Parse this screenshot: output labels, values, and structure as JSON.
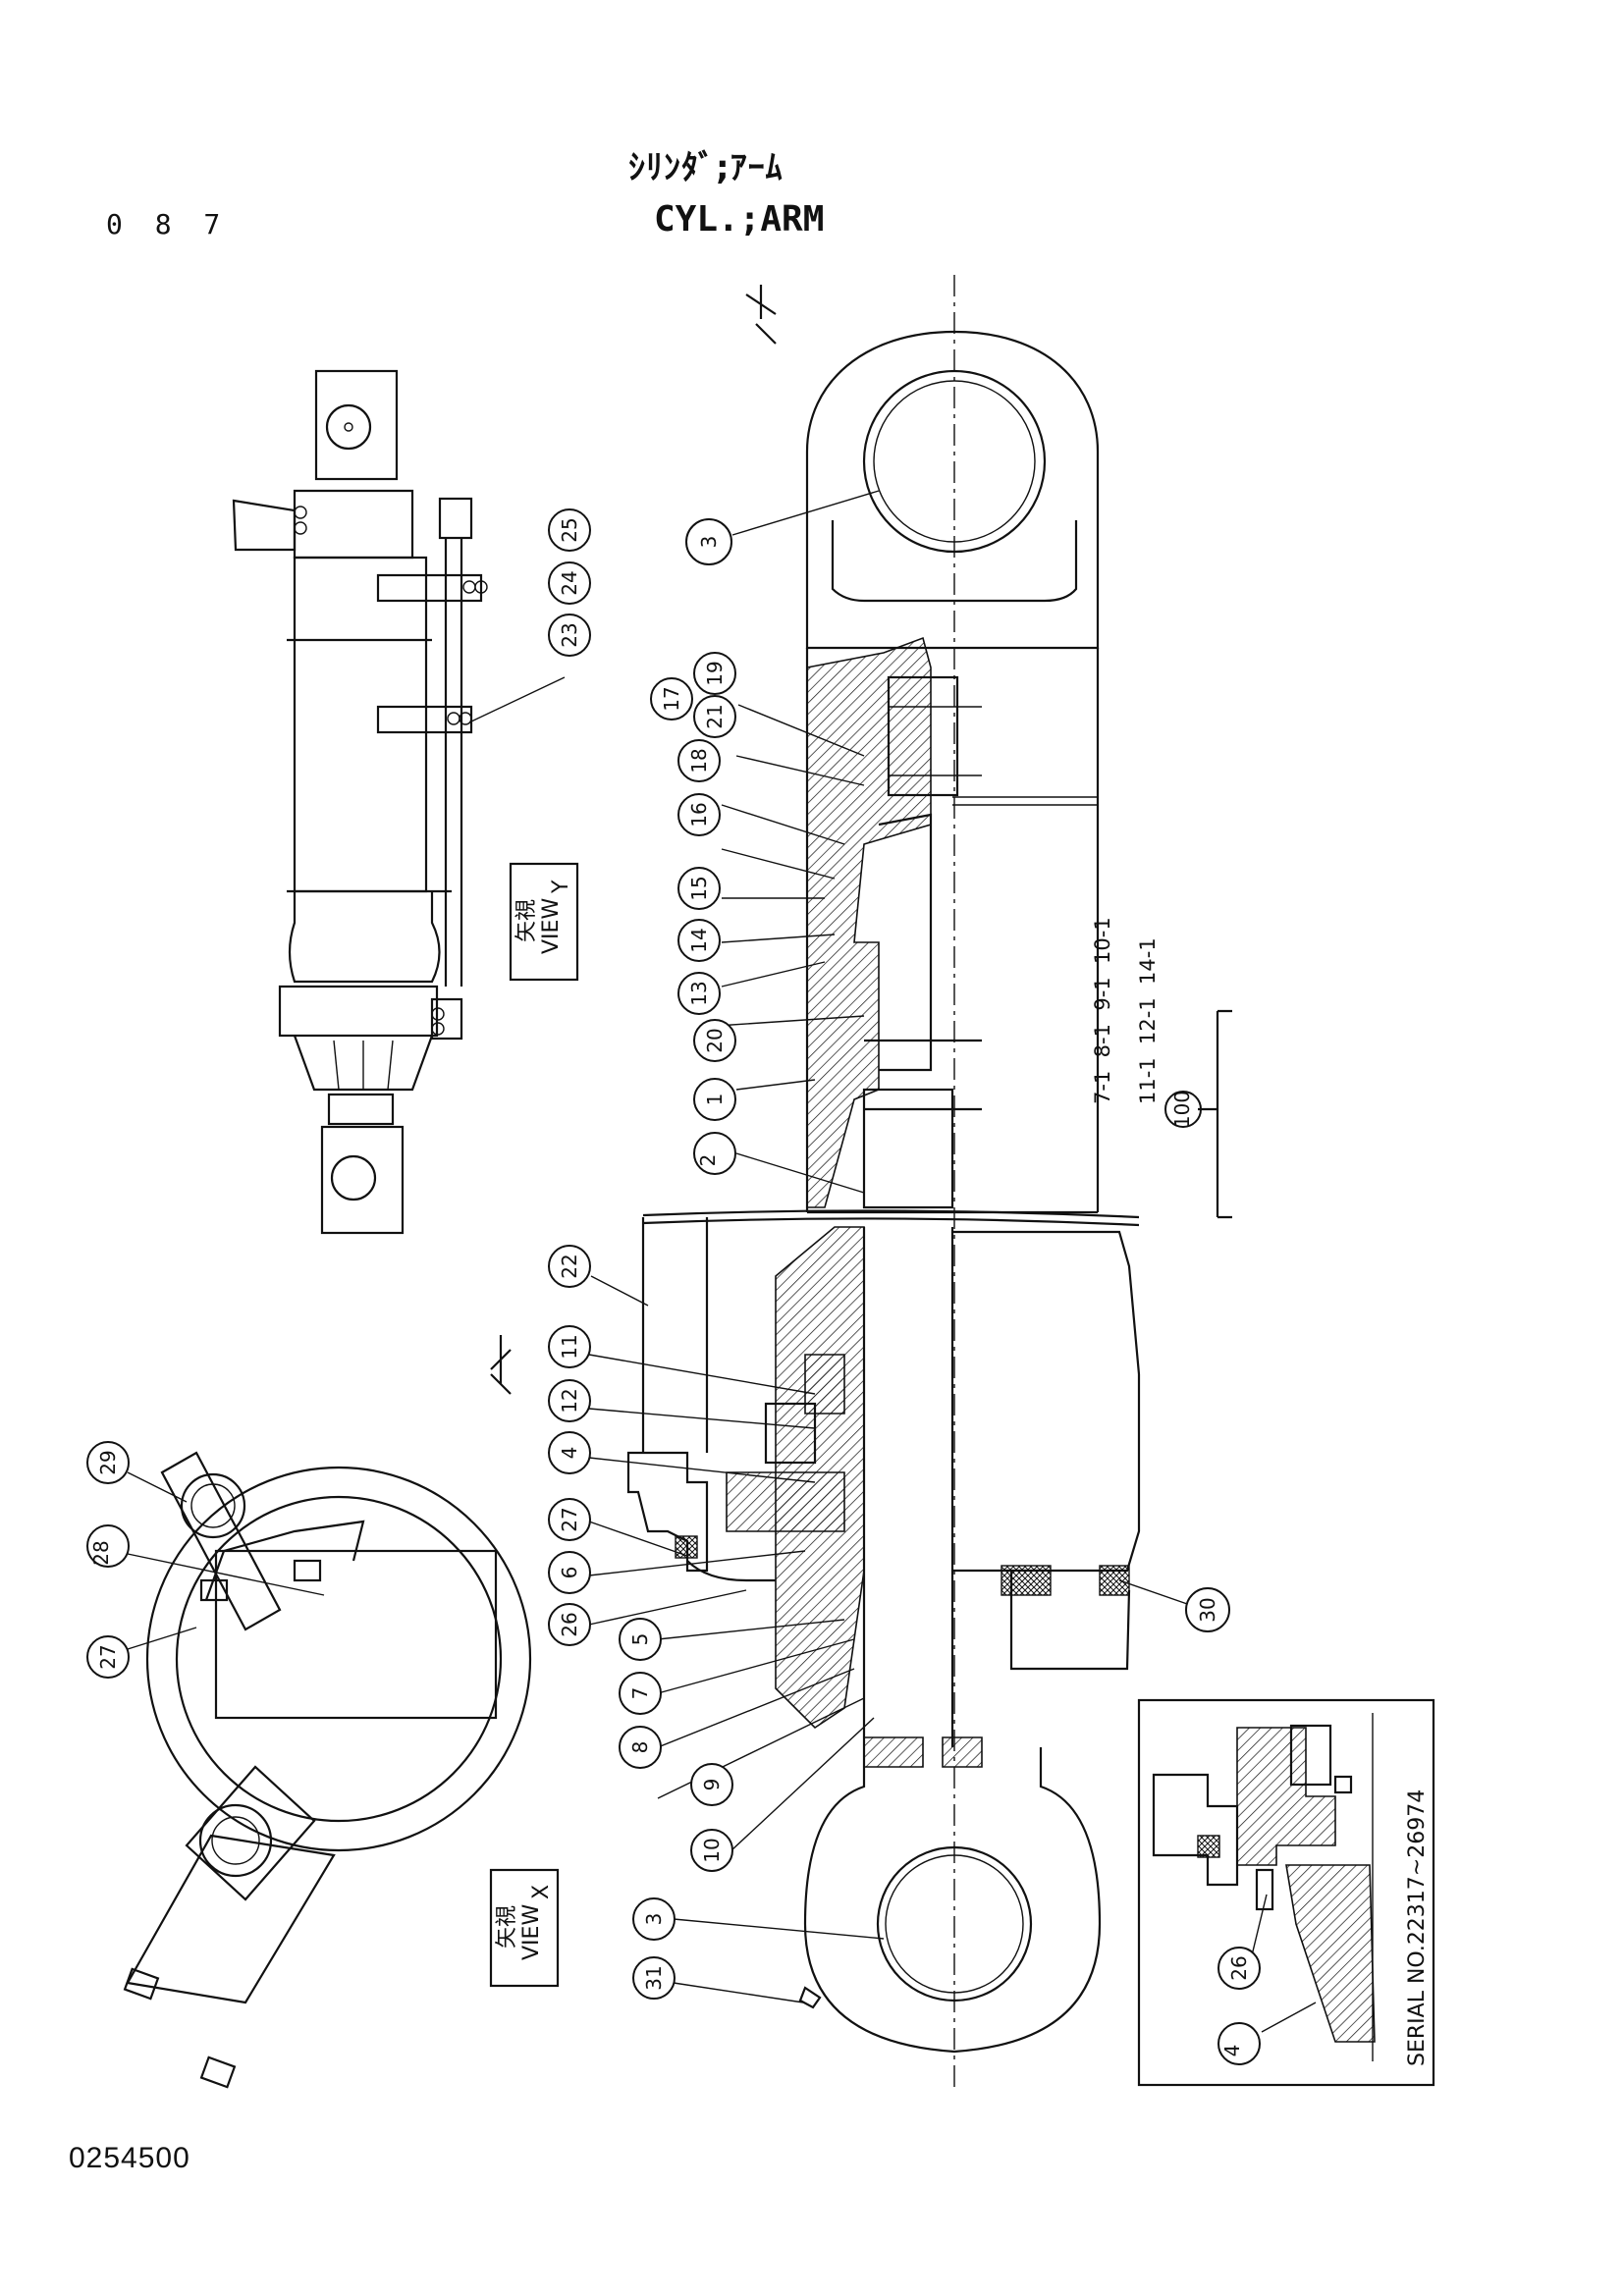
{
  "header": {
    "page_number": "0 8 7",
    "title_jp": "ｼﾘﾝﾀﾞ;ｱｰﾑ",
    "title_en": "CYL.;ARM"
  },
  "footer": {
    "drawing_number": "0254500"
  },
  "views": {
    "view_y_jp": "矢視",
    "view_y_en": "VIEW",
    "view_y_letter": "Y",
    "view_x_jp": "矢視",
    "view_x_en": "VIEW",
    "view_x_letter": "X",
    "mark_x": "X",
    "mark_y": "Y"
  },
  "inset": {
    "serial_text": "SERIAL NO.22317~26974",
    "balloons": [
      "26",
      "4"
    ]
  },
  "kit": {
    "number": "100",
    "items": [
      "7-1",
      "8-1",
      "9-1",
      "10-1",
      "11-1",
      "12-1",
      "14-1"
    ]
  },
  "balloons": [
    "3",
    "19",
    "17",
    "21",
    "18",
    "16",
    "15",
    "14",
    "13",
    "20",
    "1",
    "2",
    "22",
    "11",
    "12",
    "4",
    "27",
    "6",
    "26",
    "5",
    "7",
    "8",
    "9",
    "10",
    "30",
    "31",
    "23",
    "24",
    "25",
    "29",
    "28"
  ]
}
